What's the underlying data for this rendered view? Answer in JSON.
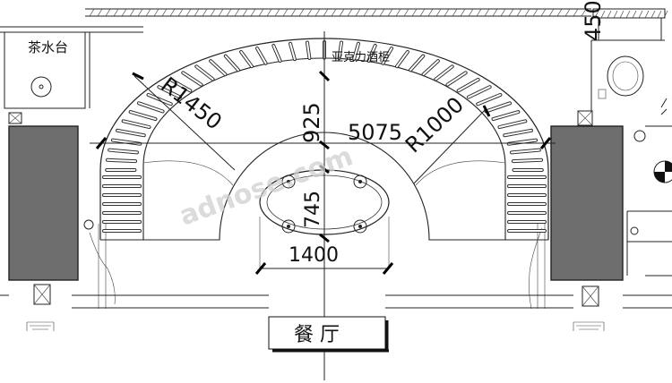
{
  "labels": {
    "tea_station": "茶水台",
    "acrylic_cabinet": "亚克力酒柜",
    "dining_hall": "餐 厅"
  },
  "dimensions": {
    "r_outer": "R1450",
    "r_inner": "R1000",
    "width_total": "5075",
    "depth_925": "925",
    "depth_450": "450",
    "oval_height": "745",
    "oval_width": "1400"
  },
  "watermark": "adnose.com",
  "colors": {
    "line": "#222222",
    "column_fill": "#6e6e6e",
    "watermark": "#cfcfcf"
  }
}
